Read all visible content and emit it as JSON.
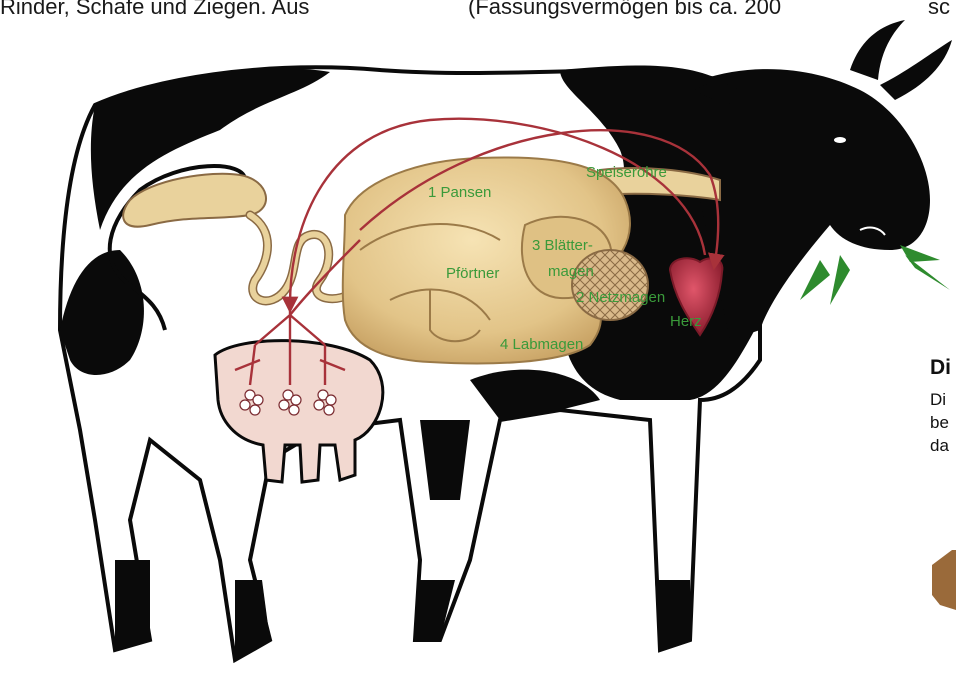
{
  "page_text": {
    "top_left": "Rinder, Schafe und Ziegen. Aus",
    "top_middle": "(Fassungsvermögen bis ca. 200",
    "top_right": "sc"
  },
  "labels": {
    "pansen": "1 Pansen",
    "speiseroehre": "Speiseröhre",
    "blaetter_line1": "3 Blätter-",
    "blaetter_line2": "magen",
    "pfoertner": "Pförtner",
    "netzmagen": "2 Netzmagen",
    "herz": "Herz",
    "labmagen": "4 Labmagen"
  },
  "side_column": {
    "heading": "Di",
    "lines": [
      "Di",
      "be",
      "da"
    ]
  },
  "colors": {
    "cow_black": "#0a0a0a",
    "stomach": "#e9d29c",
    "stomach_shadow": "#c9a86a",
    "blood_vessel": "#a8323a",
    "label_green": "#3a9a3a",
    "heart": "#c0394b",
    "udder": "#f2d8d0",
    "grass": "#2e8b2e"
  }
}
